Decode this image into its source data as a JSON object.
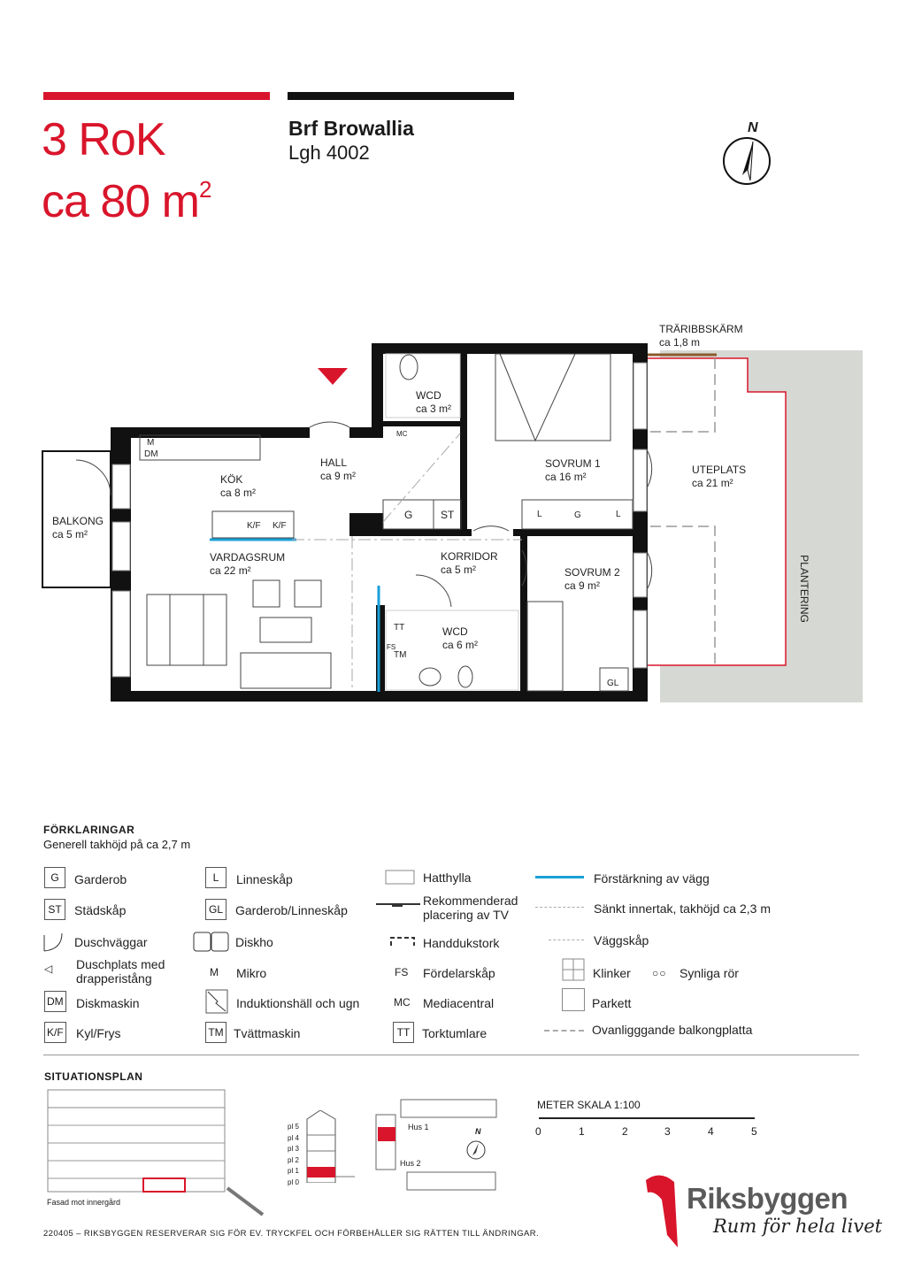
{
  "header": {
    "rooms": "3 RoK",
    "area": "ca 80 m²",
    "area_num": "ca 80 m",
    "area_sup": "2",
    "project": "Brf Browallia",
    "unit": "Lgh 4002",
    "north": "N"
  },
  "colors": {
    "accent": "#d9152b",
    "black": "#111111",
    "reinforce": "#1aa0d8",
    "screen": "#8a5a2b",
    "planting": "#d6d8d4"
  },
  "plan": {
    "rooms": [
      {
        "name": "WCD",
        "area": "ca 3 m²"
      },
      {
        "name": "HALL",
        "area": "ca 9 m²"
      },
      {
        "name": "KÖK",
        "area": "ca 8 m²"
      },
      {
        "name": "SOVRUM 1",
        "area": "ca 16 m²"
      },
      {
        "name": "UTEPLATS",
        "area": "ca 21 m²"
      },
      {
        "name": "BALKONG",
        "area": "ca 5 m²"
      },
      {
        "name": "VARDAGSRUM",
        "area": "ca 22 m²"
      },
      {
        "name": "KORRIDOR",
        "area": "ca 5 m²"
      },
      {
        "name": "SOVRUM 2",
        "area": "ca 9 m²"
      },
      {
        "name": "WCD",
        "area": "ca 6 m²"
      }
    ],
    "screen": {
      "name": "TRÄRIBBSKÄRM",
      "size": "ca 1,8 m"
    },
    "planting": "PLANTERING",
    "codes": {
      "m": "M",
      "dm": "DM",
      "mc": "MC",
      "g": "G",
      "st": "ST",
      "l": "L",
      "kf": "K/F",
      "tt": "TT",
      "fs": "FS",
      "tm": "TM",
      "gl": "GL"
    }
  },
  "legend": {
    "title": "FÖRKLARINGAR",
    "subtitle": "Generell takhöjd på ca 2,7 m",
    "items": [
      {
        "code": "G",
        "label": "Garderob"
      },
      {
        "code": "ST",
        "label": "Städskåp"
      },
      {
        "code": "",
        "label": "Duschväggar"
      },
      {
        "code": "",
        "label": "Duschplats med drapperistång"
      },
      {
        "code": "DM",
        "label": "Diskmaskin"
      },
      {
        "code": "K/F",
        "label": "Kyl/Frys"
      },
      {
        "code": "L",
        "label": "Linneskåp"
      },
      {
        "code": "GL",
        "label": "Garderob/Linneskåp"
      },
      {
        "code": "",
        "label": "Diskho"
      },
      {
        "code": "M",
        "label": "Mikro"
      },
      {
        "code": "",
        "label": "Induktionshäll och ugn"
      },
      {
        "code": "TM",
        "label": "Tvättmaskin"
      },
      {
        "code": "",
        "label": "Hatthylla"
      },
      {
        "code": "",
        "label": "Rekommenderad placering av TV"
      },
      {
        "code": "",
        "label": "Handdukstork"
      },
      {
        "code": "FS",
        "label": "Fördelarskåp"
      },
      {
        "code": "MC",
        "label": "Mediacentral"
      },
      {
        "code": "TT",
        "label": "Torktumlare"
      },
      {
        "code": "",
        "label": "Förstärkning av vägg"
      },
      {
        "code": "",
        "label": "Sänkt innertak, takhöjd ca 2,3 m"
      },
      {
        "code": "",
        "label": "Väggskåp"
      },
      {
        "code": "",
        "label": "Klinker"
      },
      {
        "code": "",
        "label": "Synliga rör"
      },
      {
        "code": "",
        "label": "Parkett"
      },
      {
        "code": "",
        "label": "Ovanligggande balkongplatta"
      }
    ]
  },
  "situation": {
    "title": "SITUATIONSPLAN",
    "facade": "Fasad mot innergård",
    "floors": [
      "pl 5",
      "pl 4",
      "pl 3",
      "pl 2",
      "pl 1",
      "pl 0"
    ],
    "hus1": "Hus 1",
    "hus2": "Hus 2",
    "north": "N"
  },
  "scale": {
    "label": "METER  SKALA 1:100",
    "ticks": [
      "0",
      "1",
      "2",
      "3",
      "4",
      "5"
    ]
  },
  "brand": {
    "name": "Riksbyggen",
    "tagline": "Rum för hela livet"
  },
  "footer": "220405 – RIKSBYGGEN RESERVERAR SIG FÖR EV. TRYCKFEL OCH FÖRBEHÅLLER SIG RÄTTEN TILL ÄNDRINGAR."
}
